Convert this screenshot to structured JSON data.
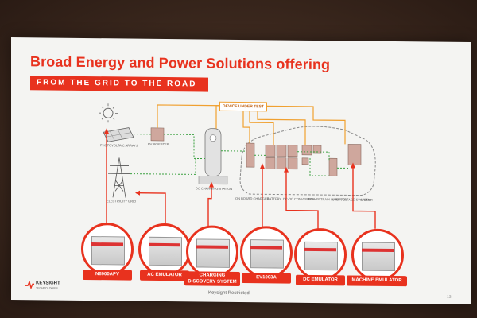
{
  "slide": {
    "title": "Broad Energy and Power Solutions offering",
    "subtitle": "FROM THE GRID TO THE ROAD",
    "footer": "Keysight Restricted",
    "page_number": "13"
  },
  "logo": {
    "name": "KEYSIGHT",
    "tagline": "TECHNOLOGIES"
  },
  "diagram": {
    "device_under_test": "DEVICE UNDER TEST",
    "components": {
      "pv_array": "PHOTOVOLTAIC ARRAYS",
      "pv_inverter": "PV INVERTER",
      "electricity_grid": "ELECTRICITY GRID",
      "dc_charging_station": "DC CHARGING STATION",
      "on_board_charger": "ON BOARD CHARGER",
      "battery": "BATTERY",
      "dc_dc_converter": "DC-DC CONVERTER",
      "powertrain_inverter": "POWERTRAIN INVERTER",
      "low_voltage_systems": "LOW VOLTAGE SYSTEMS",
      "motor": "MOTOR"
    },
    "products": [
      {
        "label": "N8900APV"
      },
      {
        "label": "AC EMULATOR"
      },
      {
        "label": "CHARGING DISCOVERY SYSTEM"
      },
      {
        "label": "EV1003A"
      },
      {
        "label": "DC EMULATOR"
      },
      {
        "label": "MACHINE EMULATOR"
      }
    ]
  },
  "colors": {
    "accent_red": "#e8321e",
    "orange_line": "#f0a030",
    "green_line": "#3aa040"
  }
}
